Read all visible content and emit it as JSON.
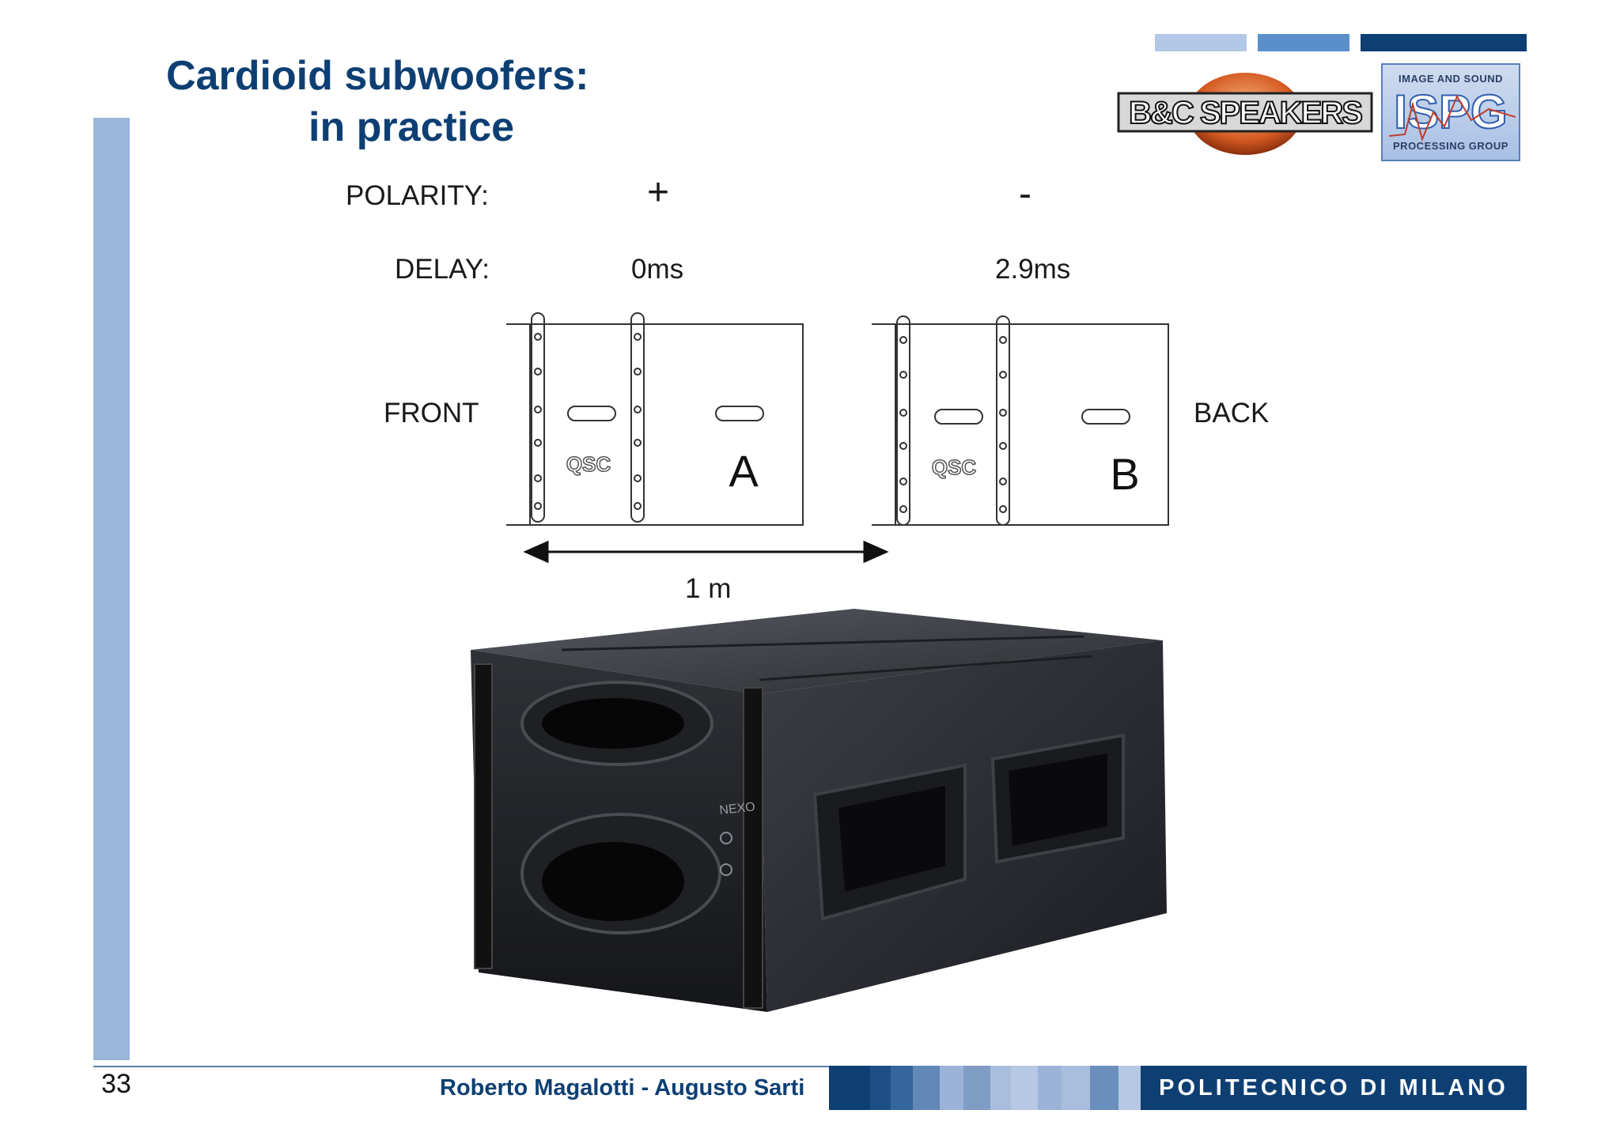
{
  "slide": {
    "title_line1": "Cardioid subwoofers:",
    "title_line2": "in practice",
    "page_number": "33",
    "authors": "Roberto Magalotti - Augusto Sarti",
    "institution": "POLITECNICO DI MILANO"
  },
  "logos": {
    "bc": "B&C SPEAKERS",
    "ispg_top": "IMAGE AND SOUND",
    "ispg_main": "ISPG",
    "ispg_bottom": "PROCESSING GROUP"
  },
  "diagram": {
    "polarity_label": "POLARITY:",
    "polarity_a": "+",
    "polarity_b": "-",
    "delay_label": "DELAY:",
    "delay_a": "0ms",
    "delay_b": "2.9ms",
    "front_label": "FRONT",
    "back_label": "BACK",
    "box_a": "A",
    "box_b": "B",
    "brand": "QSC",
    "distance": "1 m"
  },
  "photo": {
    "brand": "NEXO"
  },
  "colors": {
    "title": "#0d3f73",
    "left_bar": "#9bb6da",
    "footer_dark": "#0d3f73"
  }
}
